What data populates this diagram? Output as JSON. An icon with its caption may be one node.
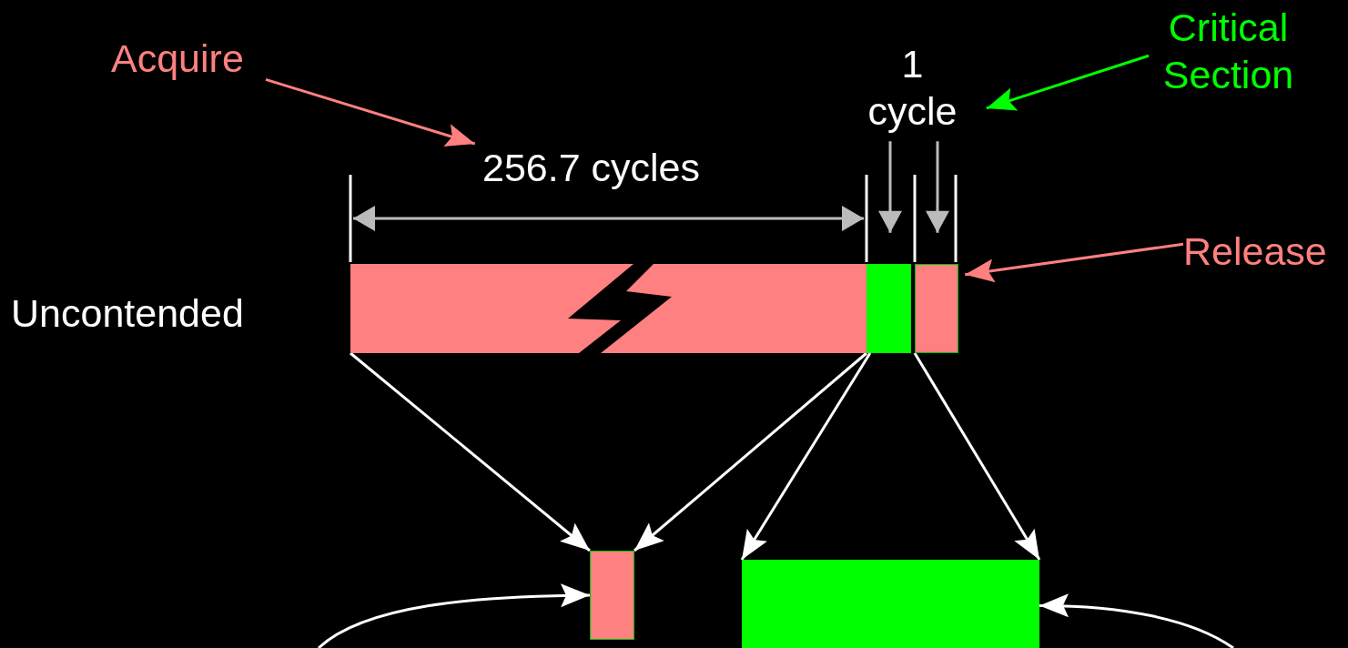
{
  "diagram": {
    "nodes": [
      {
        "text": [
          "Acquire"
        ]
      },
      {
        "text": [
          "Critical Section"
        ]
      },
      {
        "text": [
          "256.7 cycles"
        ]
      },
      {
        "text": [
          "1 cycle"
        ]
      },
      {
        "text": [
          "Release"
        ]
      },
      {
        "text": [],
        "shape": "box"
      },
      {
        "text": [],
        "shape": "box"
      },
      {
        "text": [],
        "shape": "box"
      },
      {
        "text": [],
        "shape": "box"
      },
      {
        "text": [],
        "shape": "box"
      }
    ],
    "edges": [
      {
        "from": 0,
        "to": 2,
        "arrow": "to",
        "color": "#ff8080"
      },
      {
        "from": 1,
        "to": 3,
        "arrow": "to",
        "color": "#00ff00"
      },
      {
        "from": 4,
        "to": 7,
        "arrow": "to",
        "color": "#ff8080"
      },
      {
        "from": 3,
        "to": 6,
        "arrow": "to",
        "color": "#bbbbbb"
      },
      {
        "from": 3,
        "to": 7,
        "arrow": "to",
        "color": "#bbbbbb"
      },
      {
        "from": 5,
        "to": 8,
        "arrow": "to"
      },
      {
        "from": 6,
        "to": 8,
        "arrow": "to"
      },
      {
        "from": 6,
        "to": 9,
        "arrow": "to"
      },
      {
        "from": 7,
        "to": 9,
        "arrow": "to"
      },
      {
        "from": null,
        "to": 8,
        "arrow": "to"
      },
      {
        "from": null,
        "to": 9,
        "arrow": "to"
      }
    ],
    "labels": [
      "Uncontended"
    ]
  }
}
